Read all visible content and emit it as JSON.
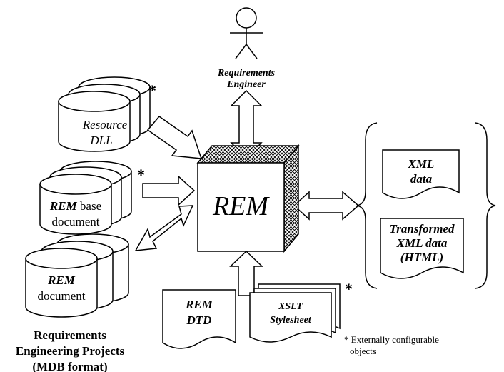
{
  "actor": {
    "label_line1": "Requirements",
    "label_line2": "Engineer"
  },
  "resource_dll": {
    "line1": "Resource",
    "line2": "DLL"
  },
  "rem_base_document": {
    "line1_bold": "REM",
    "line1_rest": " base",
    "line2": "document"
  },
  "rem_document": {
    "line1": "REM",
    "line2": "document"
  },
  "rem_cube": {
    "label": "REM"
  },
  "xml_data": {
    "line1": "XML",
    "line2": "data"
  },
  "transformed_xml": {
    "line1": "Transformed",
    "line2": "XML data",
    "line3": "(HTML)"
  },
  "rem_dtd": {
    "line1": "REM",
    "line2": "DTD"
  },
  "xslt": {
    "line1": "XSLT",
    "line2": "Stylesheet"
  },
  "asterisk": "*",
  "projects_caption": {
    "line1": "Requirements",
    "line2": "Engineering Projects",
    "line3": "(MDB format)"
  },
  "footnote": {
    "line1": "* Externally configurable",
    "line2": "objects"
  }
}
